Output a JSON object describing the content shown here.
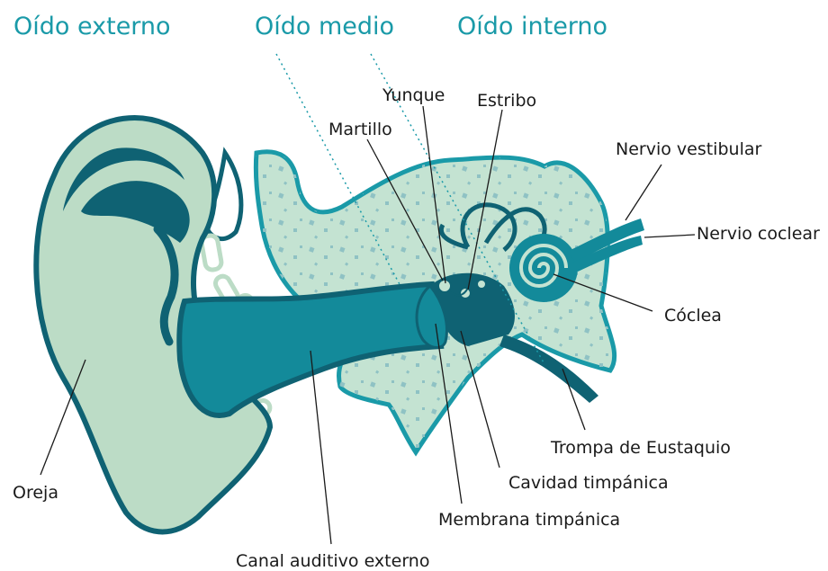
{
  "colors": {
    "accent": "#1a9aa8",
    "pinna_fill": "#bcdcc6",
    "dark_teal": "#0f6273",
    "canal_teal": "#138a9a",
    "bone_fill": "#c4e3d2",
    "bone_speckle": "#8fc2c4",
    "line": "#1a1a1a"
  },
  "sections": {
    "outer": "Oído externo",
    "middle": "Oído medio",
    "inner": "Oído interno"
  },
  "labels": {
    "yunque": "Yunque",
    "estribo": "Estribo",
    "martillo": "Martillo",
    "nervio_vestibular": "Nervio vestibular",
    "nervio_coclear": "Nervio coclear",
    "coclea": "Cóclea",
    "oreja": "Oreja",
    "trompa": "Trompa de Eustaquio",
    "cavidad": "Cavidad timpánica",
    "membrana": "Membrana timpánica",
    "canal": "Canal auditivo externo"
  }
}
